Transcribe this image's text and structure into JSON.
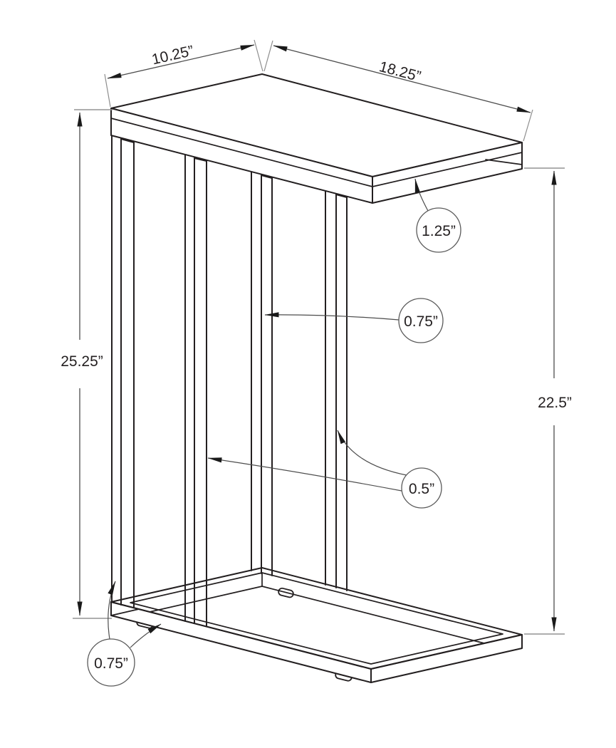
{
  "drawing": {
    "subject": "C-shaped accent table dimensional line drawing",
    "background": "#ffffff",
    "outline_color": "#231f20",
    "dimension_line_color": "#4d4d4d",
    "extension_tick_color": "#949494"
  },
  "dimensions": {
    "top_depth": "10.25”",
    "top_width": "18.25”",
    "overall_height": "25.25”",
    "side_clearance_height": "22.5”"
  },
  "callouts": {
    "top_thickness": "1.25”",
    "post_face_width": "0.75”",
    "post_side_depth": "0.5”",
    "base_frame_height": "0.75”"
  }
}
